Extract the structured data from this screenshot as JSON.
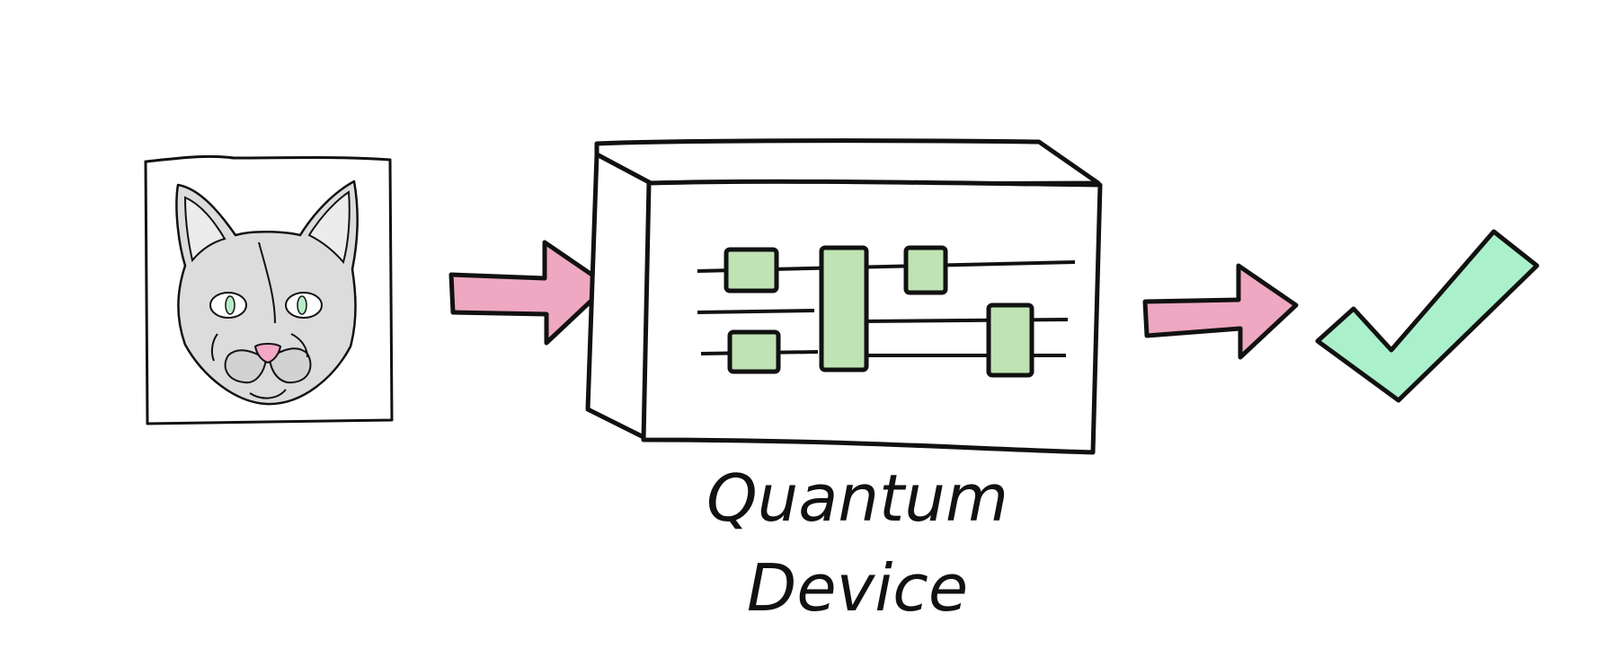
{
  "diagram": {
    "label": {
      "line1": "Quantum",
      "line2": "Device"
    },
    "nodes": [
      {
        "id": "input",
        "depicts": "cat-face-image"
      },
      {
        "id": "quantum-device",
        "depicts": "quantum-circuit-box"
      },
      {
        "id": "output",
        "depicts": "checkmark-icon"
      }
    ],
    "edges": [
      {
        "from": "input",
        "to": "quantum-device"
      },
      {
        "from": "quantum-device",
        "to": "output"
      }
    ],
    "colors": {
      "stroke": "#111111",
      "arrow_fill": "#eea8c1",
      "gate_fill": "#bfe3b3",
      "check_fill": "#a9f0cb",
      "cat_fill": "#dcdcdc",
      "cat_nose": "#f3a8c6",
      "cat_eye": "#b8ecc8"
    }
  }
}
